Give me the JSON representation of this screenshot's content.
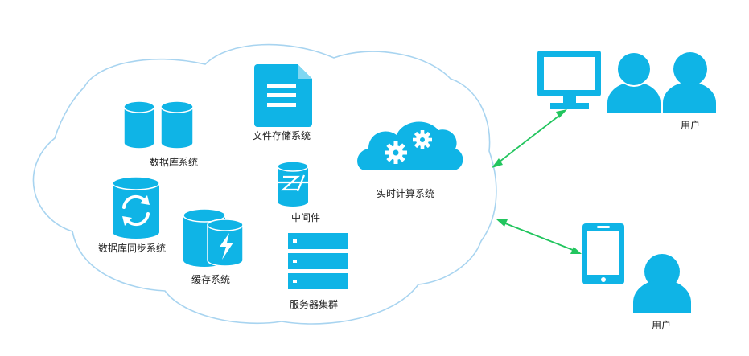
{
  "colors": {
    "primary": "#0fb4e6",
    "cloud_stroke": "#a8d4f0",
    "arrow": "#22c55e",
    "text": "#222222"
  },
  "labels": {
    "database_system": "数据库系统",
    "file_storage_system": "文件存储系统",
    "realtime_compute_system": "实时计算系统",
    "middleware": "中间件",
    "db_sync_system": "数据库同步系统",
    "cache_system": "缓存系统",
    "server_cluster": "服务器集群",
    "user_desktop": "用户",
    "user_mobile": "用户"
  },
  "icons": {
    "database": "database-cylinders-icon",
    "file": "document-icon",
    "compute": "cloud-gears-icon",
    "middleware": "middleware-cylinder-icon",
    "sync": "database-sync-icon",
    "cache": "cache-lightning-icon",
    "servers": "server-rack-icon",
    "monitor": "monitor-icon",
    "phone": "smartphone-icon",
    "users_group": "users-group-icon",
    "user_single": "user-icon"
  }
}
